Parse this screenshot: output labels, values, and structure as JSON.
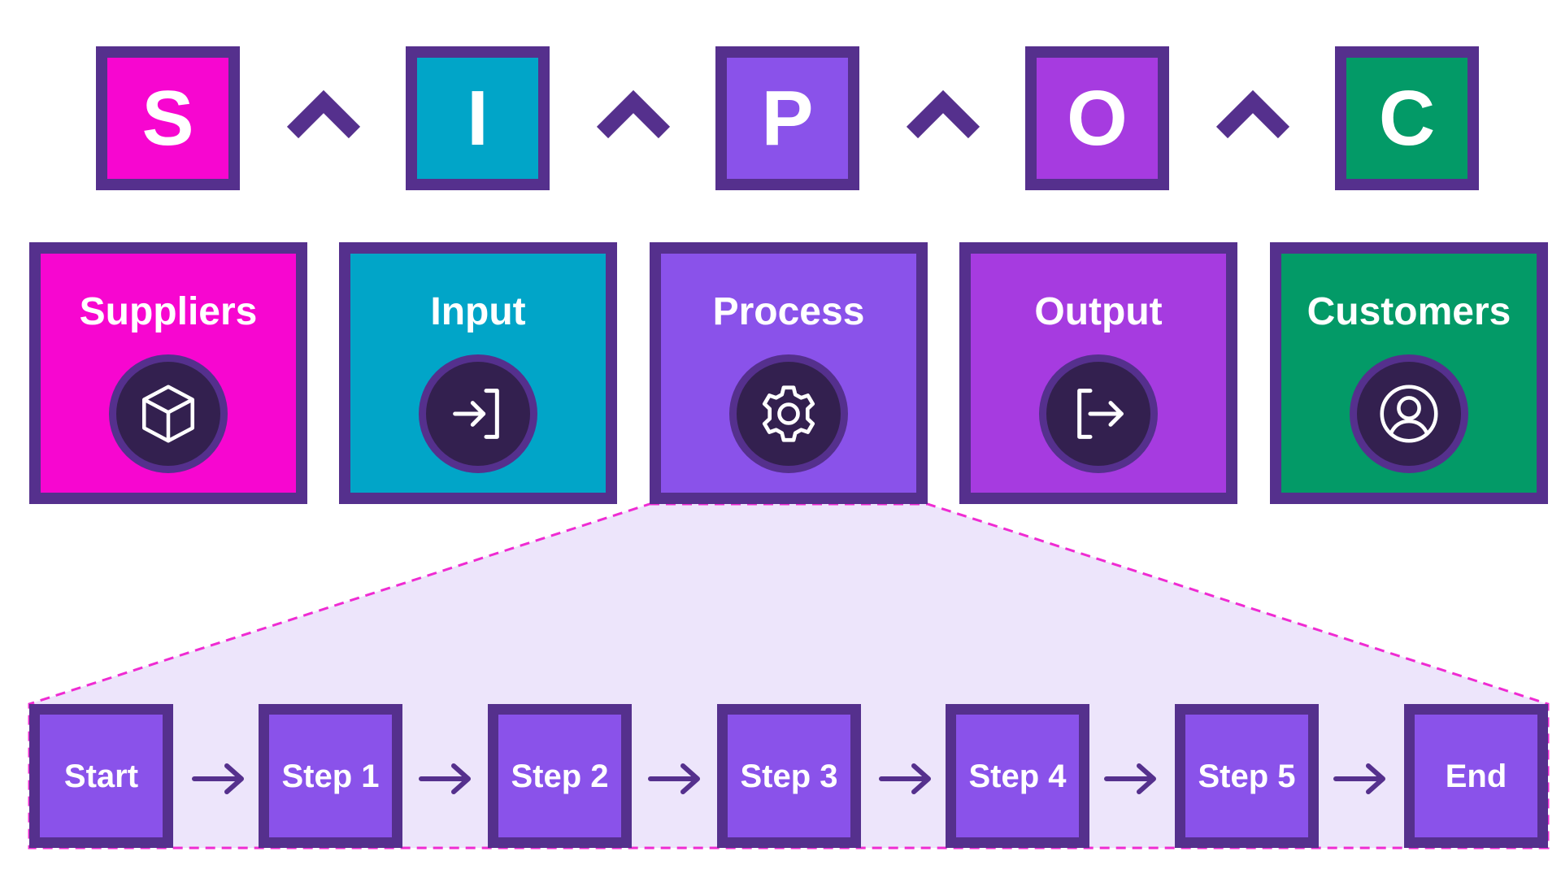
{
  "colors": {
    "frame": "#55308d",
    "icon_circle": "#33204f",
    "suppliers": "#f706d0",
    "input": "#01a5c8",
    "process": "#8a52ea",
    "output": "#a63be0",
    "customers": "#039a67",
    "dashed_outline": "#ef2bd2",
    "zoom_fill": "#ede5fb"
  },
  "letters": [
    {
      "char": "S",
      "color": "#f706d0"
    },
    {
      "char": "I",
      "color": "#01a5c8"
    },
    {
      "char": "P",
      "color": "#8a52ea"
    },
    {
      "char": "O",
      "color": "#a63be0"
    },
    {
      "char": "C",
      "color": "#039a67"
    }
  ],
  "cards": [
    {
      "label": "Suppliers",
      "icon": "box-icon",
      "color": "#f706d0"
    },
    {
      "label": "Input",
      "icon": "login-icon",
      "color": "#01a5c8"
    },
    {
      "label": "Process",
      "icon": "gear-icon",
      "color": "#8a52ea"
    },
    {
      "label": "Output",
      "icon": "logout-icon",
      "color": "#a63be0"
    },
    {
      "label": "Customers",
      "icon": "user-circle-icon",
      "color": "#039a67"
    }
  ],
  "steps": [
    "Start",
    "Step 1",
    "Step 2",
    "Step 3",
    "Step 4",
    "Step 5",
    "End"
  ]
}
